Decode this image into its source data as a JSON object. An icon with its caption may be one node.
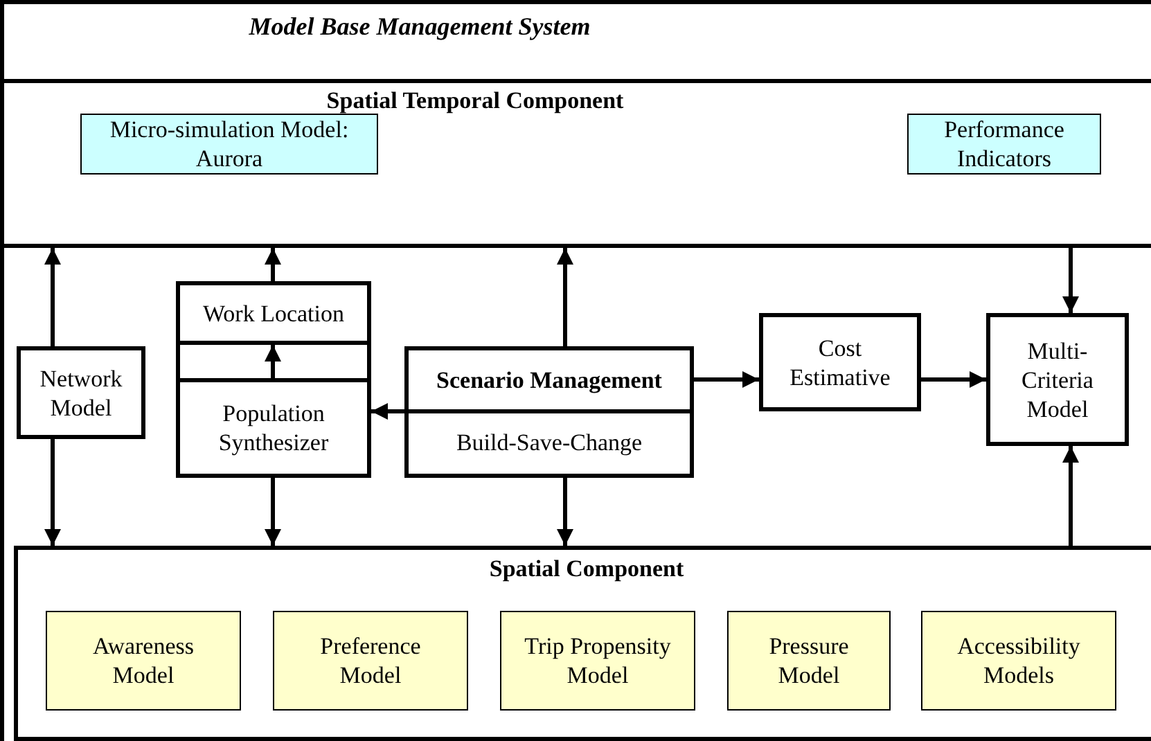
{
  "diagram": {
    "nodes": [
      {
        "text": [
          "Model Base Management System"
        ]
      },
      {
        "text": [
          "Spatial Temporal Component"
        ],
        "in": 0
      },
      {
        "text": [
          "Micro-simulation Model: Aurora"
        ],
        "in": 1
      },
      {
        "text": [
          "Performance Indicators"
        ],
        "in": 1
      },
      {
        "text": [
          "Network Model"
        ],
        "in": 0
      },
      {
        "text": [
          "Work Location"
        ],
        "in": 0
      },
      {
        "text": [
          "Population Synthesizer"
        ],
        "in": 0
      },
      {
        "text": [
          "Scenario Management",
          "Build-Save-Change"
        ],
        "in": 0
      },
      {
        "text": [
          "Cost Estimative"
        ],
        "in": 0
      },
      {
        "text": [
          "Multi-Criteria Model"
        ],
        "in": 0
      },
      {
        "text": [
          "Spatial Component"
        ],
        "in": 0
      },
      {
        "text": [
          "Awareness Model"
        ],
        "in": 10
      },
      {
        "text": [
          "Preference Model"
        ],
        "in": 10
      },
      {
        "text": [
          "Trip Propensity Model"
        ],
        "in": 10
      },
      {
        "text": [
          "Pressure Model"
        ],
        "in": 10
      },
      {
        "text": [
          "Accessibility Models"
        ],
        "in": 10
      }
    ],
    "edges": [
      {
        "from": 4,
        "to": 1,
        "arrow": "to"
      },
      {
        "from": 4,
        "to": 10,
        "arrow": "to"
      },
      {
        "from": 5,
        "to": 1,
        "arrow": "to"
      },
      {
        "from": 6,
        "to": 5,
        "arrow": "to"
      },
      {
        "from": 6,
        "to": 10,
        "arrow": "to"
      },
      {
        "from": 7,
        "to": 1,
        "arrow": "to"
      },
      {
        "from": 7,
        "to": 10,
        "arrow": "to"
      },
      {
        "from": 7,
        "to": 6,
        "arrow": "to"
      },
      {
        "from": 7,
        "to": 8,
        "arrow": "to"
      },
      {
        "from": 8,
        "to": 9,
        "arrow": "to"
      },
      {
        "from": 1,
        "to": 9,
        "arrow": "to"
      },
      {
        "from": 10,
        "to": 9,
        "arrow": "to"
      }
    ]
  }
}
